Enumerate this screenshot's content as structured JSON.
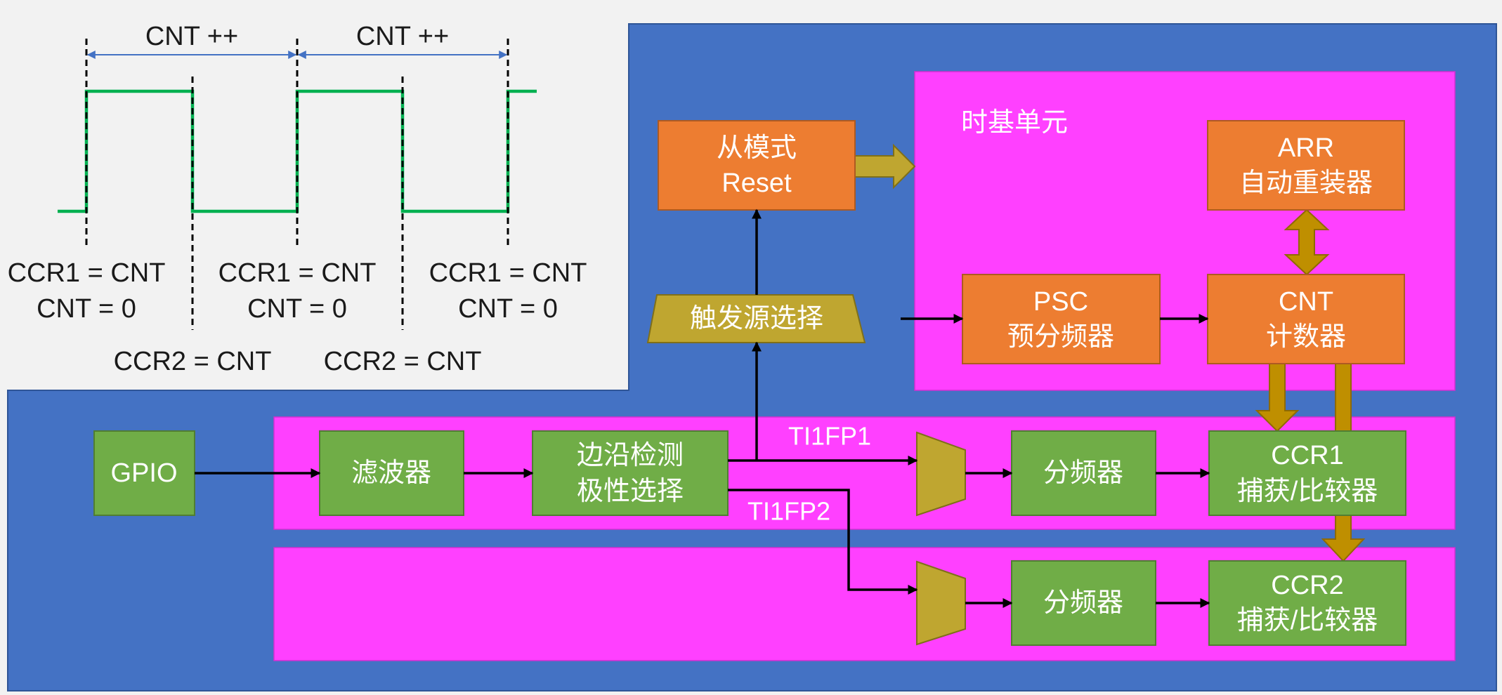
{
  "colors": {
    "background": "#f2f2f2",
    "panel": "#4472c4",
    "magenta": "#ff40ff",
    "orange": "#ed7d31",
    "green": "#70ad47",
    "gold": "#bfa630",
    "dark_gold": "#bf8f00",
    "waveform": "#00b050"
  },
  "waveform": {
    "intervals": [
      "CNT ++",
      "CNT ++"
    ],
    "ccr1_events": [
      "CCR1 = CNT",
      "CCR1 = CNT",
      "CCR1 = CNT"
    ],
    "reset_events": [
      "CNT = 0",
      "CNT = 0",
      "CNT = 0"
    ],
    "ccr2_events": [
      "CCR2 = CNT",
      "CCR2 = CNT"
    ]
  },
  "time_base": {
    "title": "时基单元",
    "arr": {
      "name": "ARR",
      "desc": "自动重装器"
    },
    "psc": {
      "name": "PSC",
      "desc": "预分频器"
    },
    "cnt": {
      "name": "CNT",
      "desc": "计数器"
    }
  },
  "slave_mode": {
    "name": "从模式",
    "mode": "Reset"
  },
  "trigger_select": "触发源选择",
  "input_path": {
    "gpio": "GPIO",
    "filter": "滤波器",
    "edge_detect": {
      "line1": "边沿检测",
      "line2": "极性选择"
    },
    "ti1fp1": "TI1FP1",
    "ti1fp2": "TI1FP2"
  },
  "channels": [
    {
      "prescaler": "分频器",
      "ccr": {
        "name": "CCR1",
        "desc": "捕获/比较器"
      }
    },
    {
      "prescaler": "分频器",
      "ccr": {
        "name": "CCR2",
        "desc": "捕获/比较器"
      }
    }
  ]
}
